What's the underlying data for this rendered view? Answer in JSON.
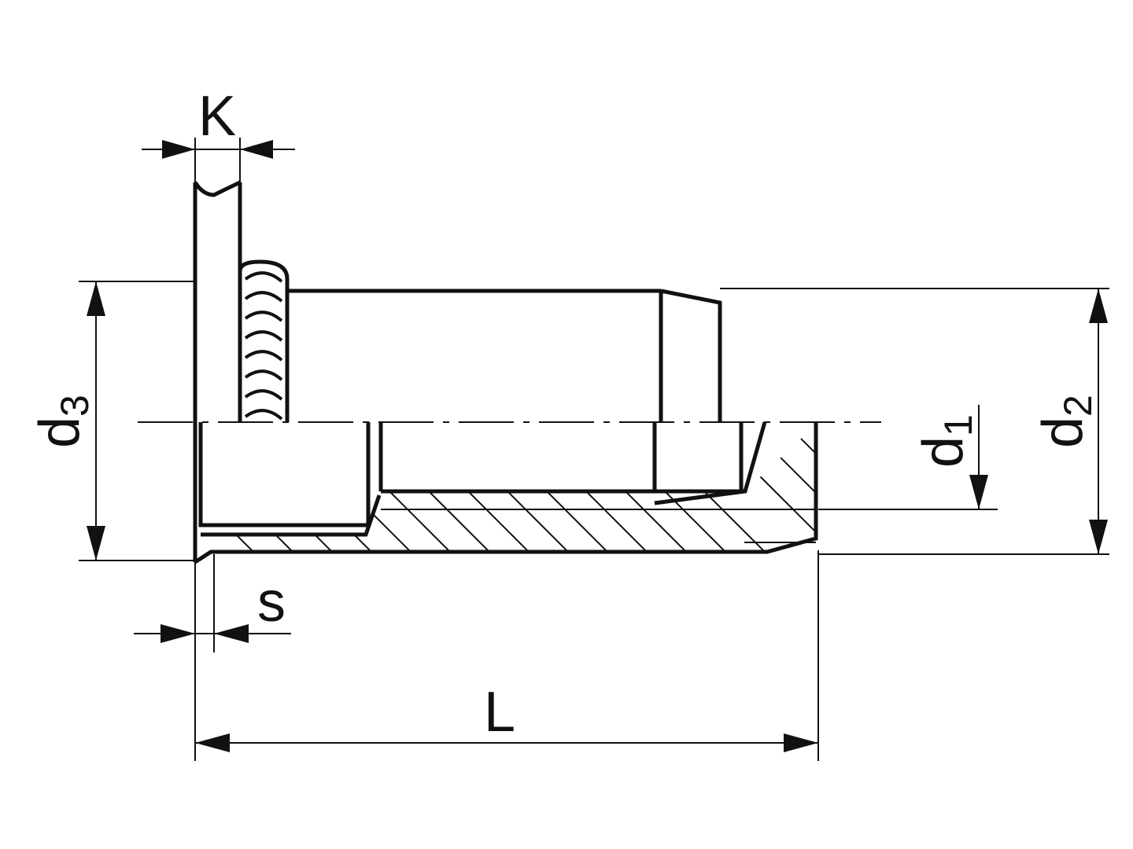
{
  "labels": {
    "K": "K",
    "s": "s",
    "L": "L",
    "d1": {
      "base": "d",
      "sub": "1"
    },
    "d2": {
      "base": "d",
      "sub": "2"
    },
    "d3": {
      "base": "d",
      "sub": "3"
    }
  },
  "colors": {
    "line": "#111111",
    "background": "#ffffff"
  }
}
